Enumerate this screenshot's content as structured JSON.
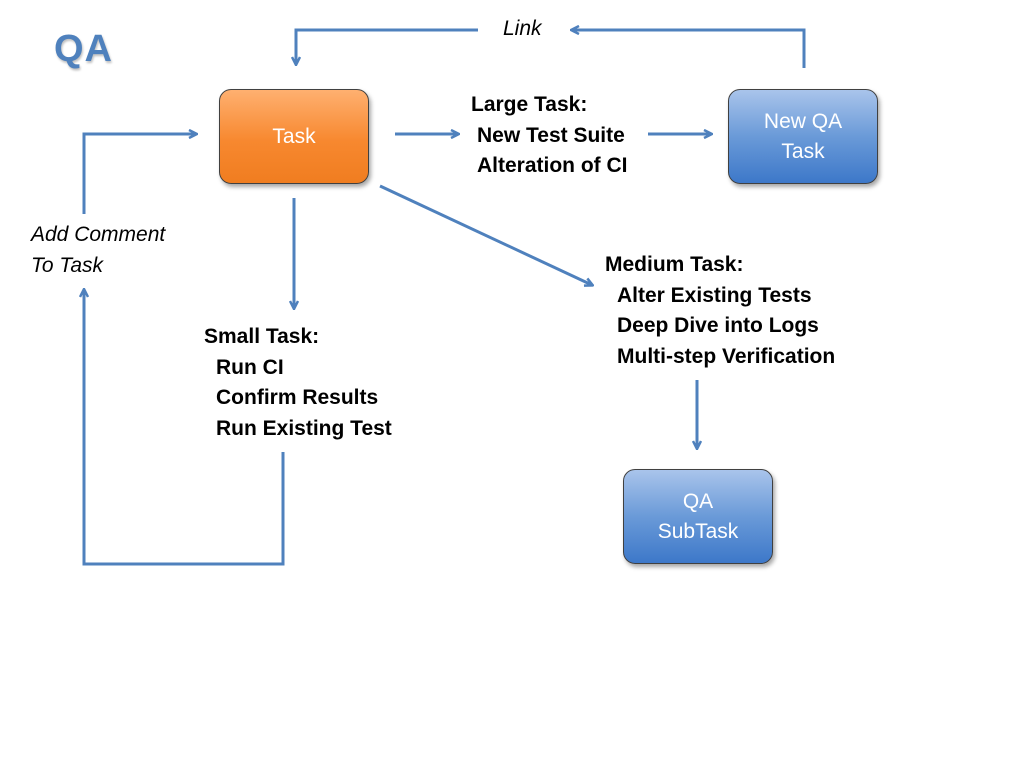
{
  "title": "QA",
  "nodes": {
    "task": "Task",
    "new_qa_task": [
      "New QA",
      "Task"
    ],
    "qa_subtask": [
      "QA",
      "SubTask"
    ]
  },
  "labels": {
    "link": "Link",
    "add_comment": [
      "Add Comment",
      "To Task"
    ],
    "large_task": {
      "heading": "Large Task:",
      "items": [
        "New Test Suite",
        "Alteration of CI"
      ]
    },
    "medium_task": {
      "heading": "Medium Task:",
      "items": [
        "Alter Existing Tests",
        "Deep Dive into Logs",
        "Multi-step Verification"
      ]
    },
    "small_task": {
      "heading": "Small Task:",
      "items": [
        "Run CI",
        "Confirm Results",
        "Run Existing Test"
      ]
    }
  },
  "colors": {
    "title": "#4f81bd",
    "arrow": "#4f81bd",
    "task_box": "#f7882f",
    "qa_box": "#4f81bd"
  }
}
